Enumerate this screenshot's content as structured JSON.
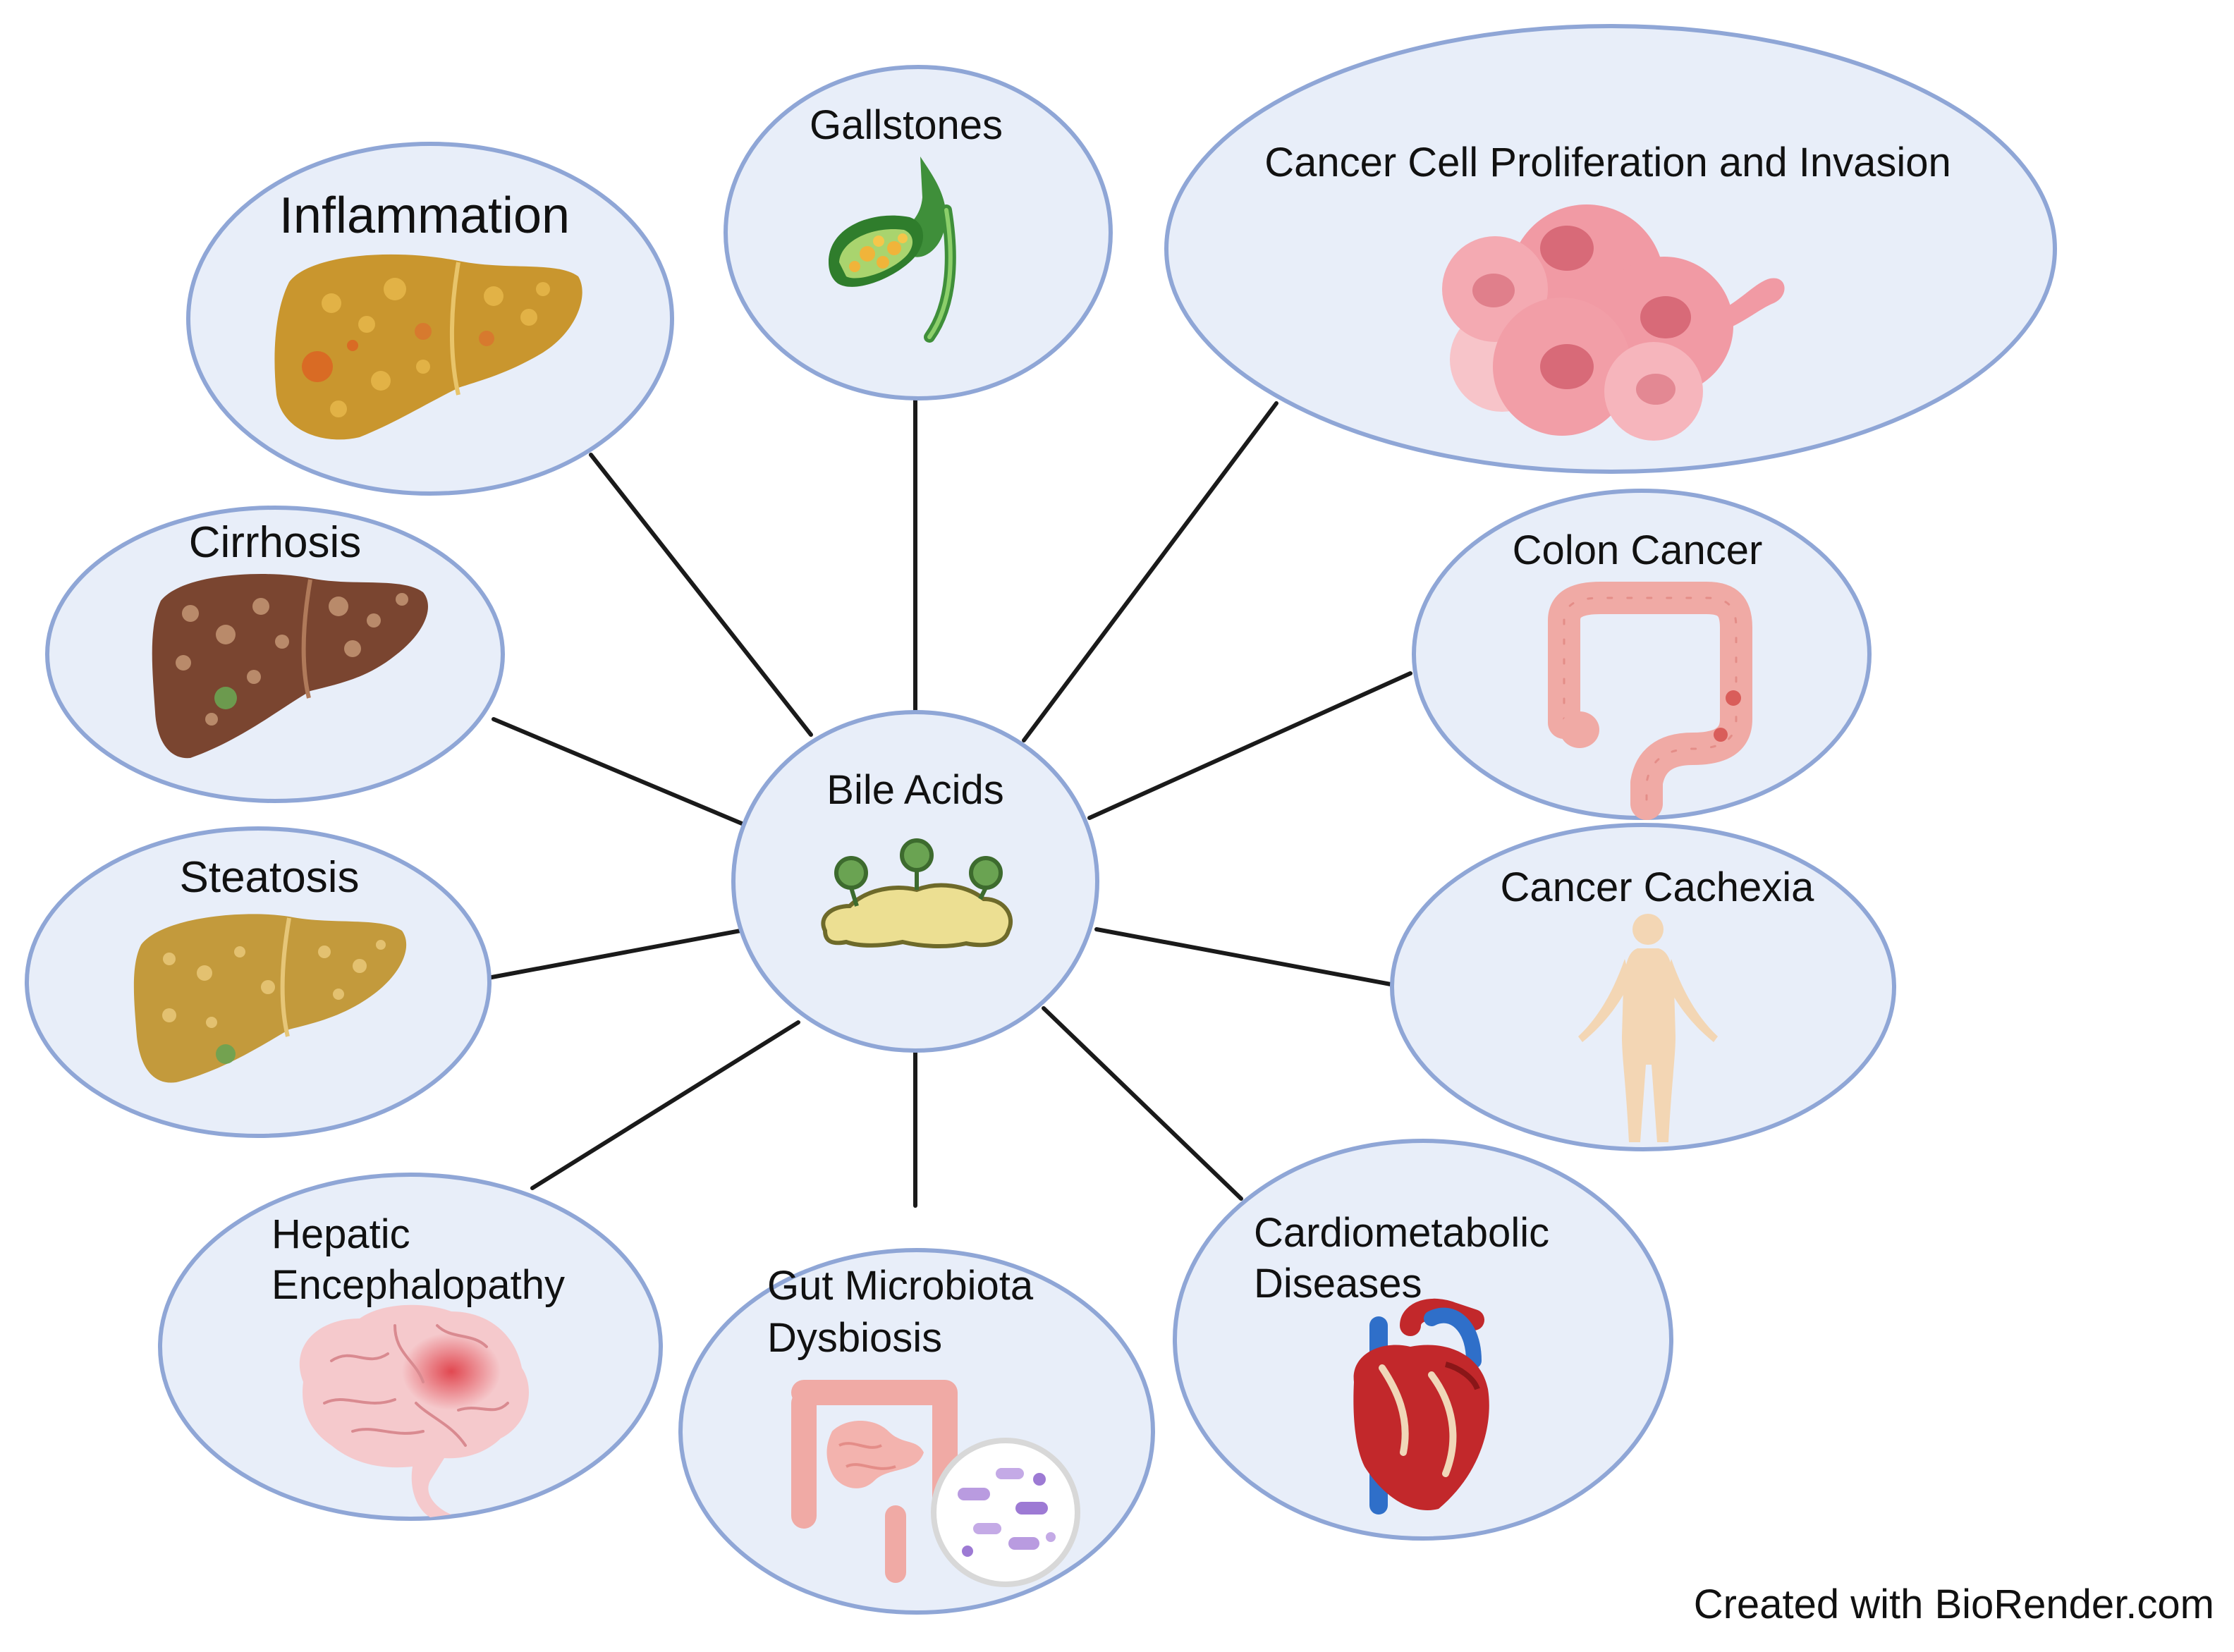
{
  "diagram": {
    "center": {
      "id": "bile-acids",
      "label": "Bile Acids"
    },
    "nodes": [
      {
        "id": "gallstones",
        "label": "Gallstones",
        "icon": "gallbladder-icon"
      },
      {
        "id": "cancer-proliferation",
        "label": "Cancer Cell Proliferation and Invasion",
        "icon": "cancer-cells-icon"
      },
      {
        "id": "inflammation",
        "label": "Inflammation",
        "icon": "inflamed-liver-icon"
      },
      {
        "id": "cirrhosis",
        "label": "Cirrhosis",
        "icon": "cirrhotic-liver-icon"
      },
      {
        "id": "colon-cancer",
        "label": "Colon Cancer",
        "icon": "colon-icon"
      },
      {
        "id": "steatosis",
        "label": "Steatosis",
        "icon": "fatty-liver-icon"
      },
      {
        "id": "cancer-cachexia",
        "label": "Cancer Cachexia",
        "icon": "human-body-icon"
      },
      {
        "id": "hepatic-encephalopathy",
        "label_lines": [
          "Hepatic",
          "Encephalopathy"
        ],
        "icon": "brain-icon"
      },
      {
        "id": "gut-dysbiosis",
        "label_lines": [
          "Gut Microbiota",
          "Dysbiosis"
        ],
        "icon": "intestine-microbiota-icon"
      },
      {
        "id": "cardiometabolic",
        "label_lines": [
          "Cardiometabolic",
          "Diseases"
        ],
        "icon": "heart-icon"
      }
    ]
  },
  "footer": {
    "credit": "Created with BioRender.com"
  },
  "colors": {
    "bubble_fill": "#e8eef9",
    "bubble_stroke": "#8fa6d6",
    "edge": "#1a1a1a",
    "bile_blob": "#ecdf92",
    "bile_beads": "#6aa352",
    "liver_inflamed": "#c9962e",
    "liver_cirrhotic": "#7a4530",
    "liver_fatty": "#c39a3c",
    "cancer_cell": "#f19aa4",
    "colon": "#f0aaa5",
    "body": "#f3d6b4",
    "brain": "#f5c9cc",
    "heart": "#c2282b"
  }
}
